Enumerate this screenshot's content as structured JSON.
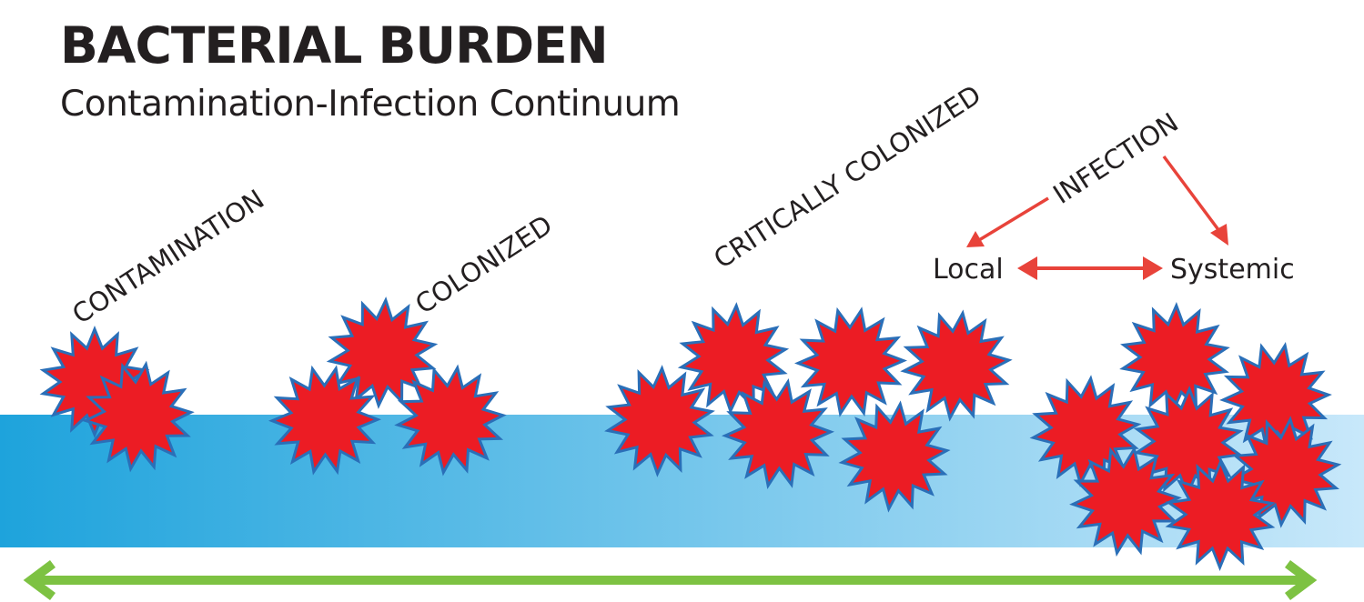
{
  "title": "BACTERIAL BURDEN",
  "subtitle": "Contamination-Infection Continuum",
  "stages": {
    "contamination": "CONTAMINATION",
    "colonized": "COLONIZED",
    "critically_colonized": "CRITICALLY COLONIZED",
    "infection": "INFECTION"
  },
  "infection_branches": {
    "local": "Local",
    "systemic": "Systemic"
  },
  "colors": {
    "bacteria_fill": "#ec1c24",
    "bacteria_outline": "#2a6fb8",
    "wound_bed_start": "#1ea3dc",
    "wound_bed_end": "#c8e8fa",
    "infection_arrows": "#e8433a",
    "continuum_arrow": "#7dc242",
    "text": "#231f20"
  }
}
